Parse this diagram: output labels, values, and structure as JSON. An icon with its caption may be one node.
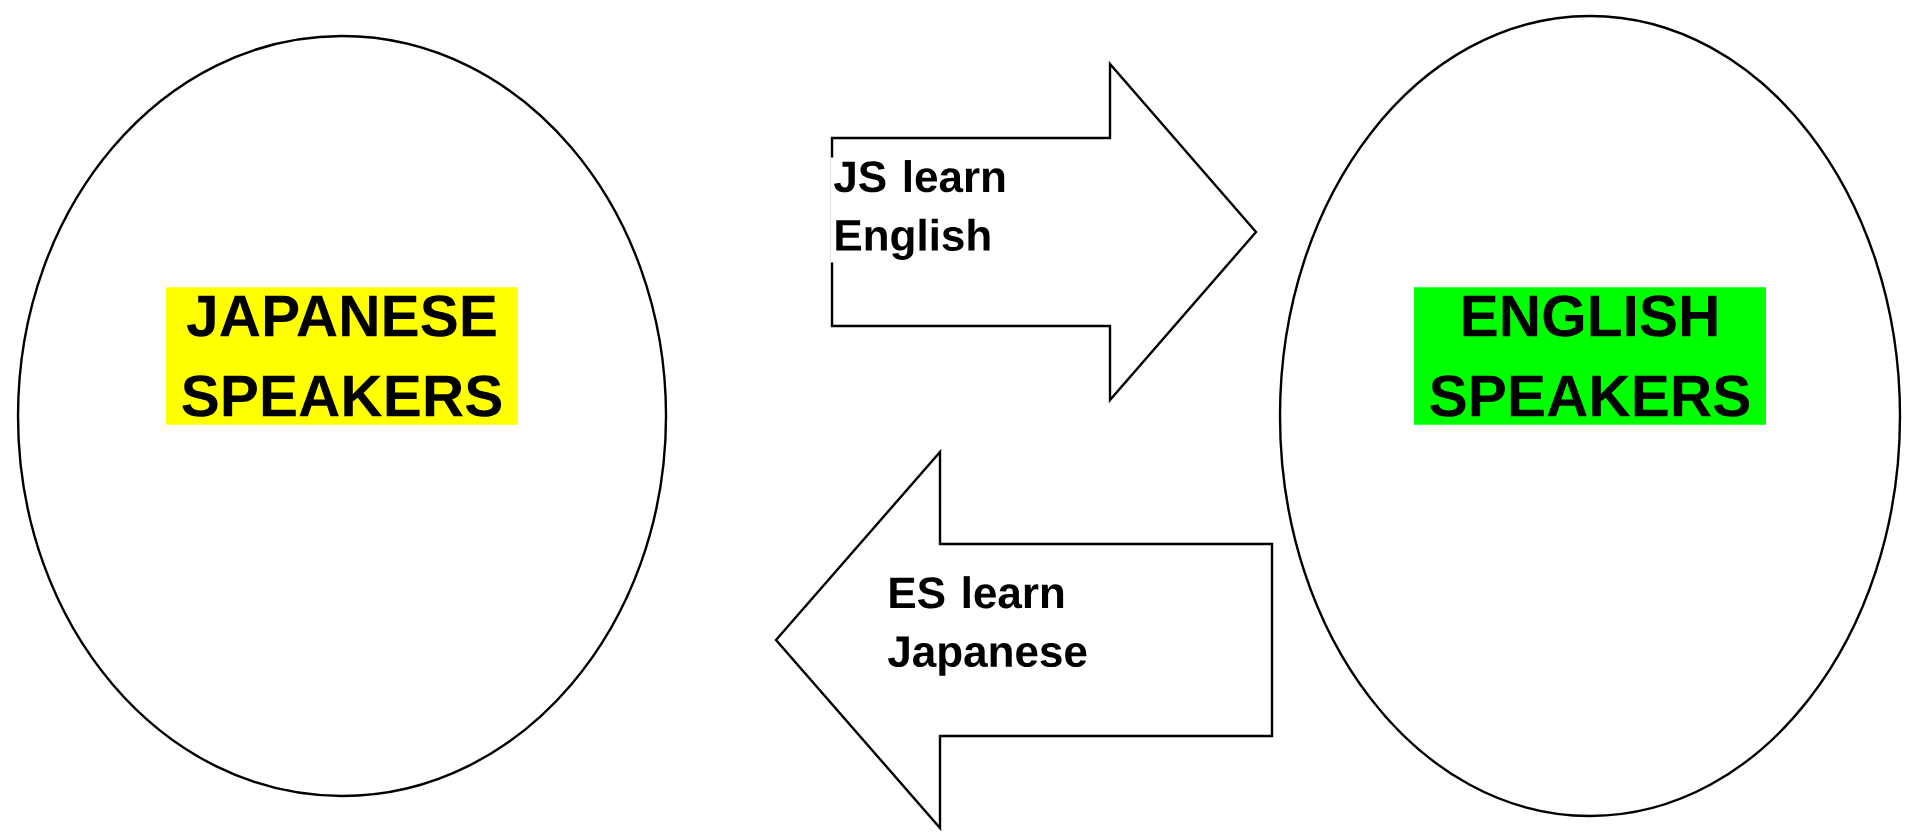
{
  "diagram": {
    "nodes": [
      {
        "text": [
          "JAPANESE SPEAKERS"
        ]
      },
      {
        "text": [
          "ENGLISH SPEAKERS"
        ]
      }
    ],
    "edges": [
      {
        "from": 0,
        "to": 1,
        "arrow": "to",
        "label": "JS learn English"
      },
      {
        "from": 1,
        "to": 0,
        "arrow": "to",
        "label": "ES learn Japanese"
      }
    ]
  }
}
